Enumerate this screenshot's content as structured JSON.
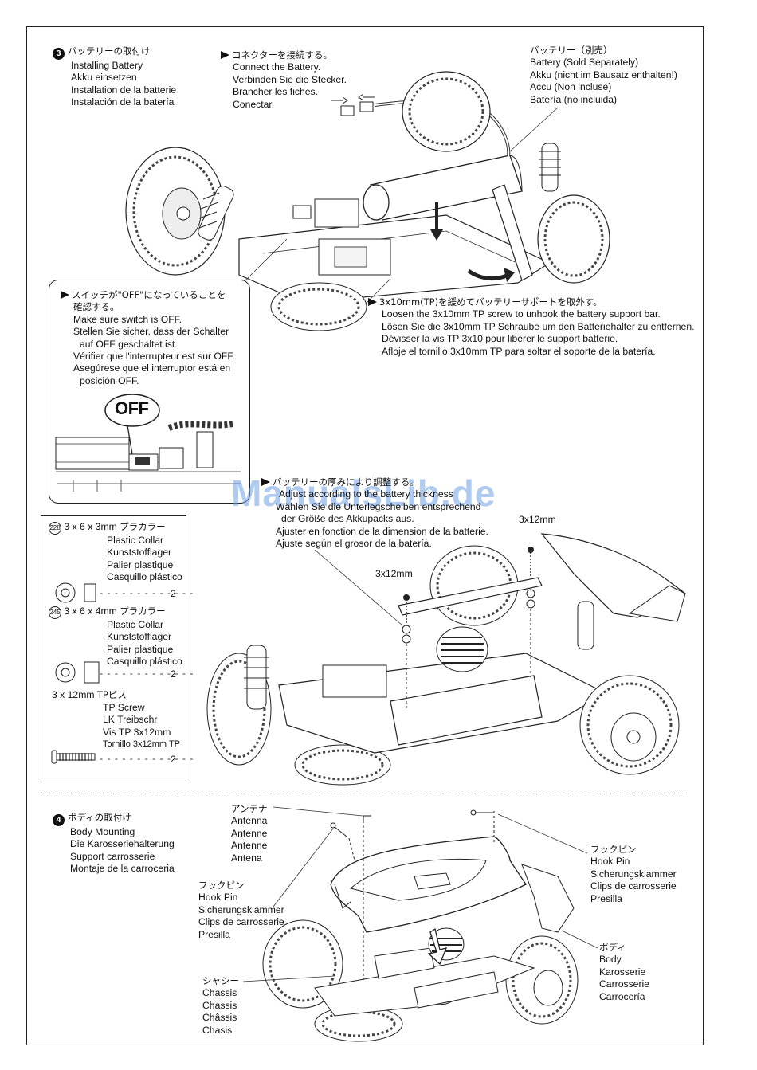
{
  "step3": {
    "number": "3",
    "title_jp": "バッテリーの取付け",
    "lines": [
      "Installing Battery",
      "Akku einsetzen",
      "Installation de la batterie",
      "Instalación de la batería"
    ]
  },
  "connector": {
    "jp": "コネクターを接続する。",
    "lines": [
      "Connect the Battery.",
      "Verbinden Sie die Stecker.",
      "Brancher les fiches.",
      "Conectar."
    ]
  },
  "battery": {
    "jp": "バッテリー（別売）",
    "lines": [
      "Battery (Sold Separately)",
      "Akku (nicht im Bausatz enthalten!)",
      "Accu (Non incluse)",
      "Batería (no incluida)"
    ]
  },
  "switch_note": {
    "jp1": "スイッチが\"OFF\"になっていることを",
    "jp2": "確認する。",
    "lines": [
      "Make sure switch is OFF.",
      "Stellen Sie sicher, dass der Schalter",
      "auf OFF geschaltet ist.",
      "Vérifier que l'interrupteur est sur OFF.",
      "Asegúrese que el interruptor está en",
      "posición OFF."
    ],
    "off_label": "OFF"
  },
  "loosen": {
    "jp": "3x10mm(TP)を緩めてバッテリーサポートを取外す。",
    "lines": [
      "Loosen the 3x10mm TP screw to unhook the battery support bar.",
      "Lösen Sie die 3x10mm TP Schraube um den Batteriehalter zu entfernen.",
      "Dévisser la vis TP 3x10 pour libérer le support batterie.",
      "Afloje el tornillo 3x10mm TP para soltar el soporte de la batería."
    ]
  },
  "adjust": {
    "jp": "バッテリーの厚みにより調整する。",
    "lines": [
      "Adjust according to the battery thickness",
      "Wählen Sie die Unterlegscheiben entsprechend",
      "der Größe des Akkupacks aus.",
      "Ajuster en fonction de la dimension de la batterie.",
      "Ajuste según el grosor de la batería."
    ]
  },
  "screw_labels": {
    "right": "3x12mm",
    "left": "3x12mm"
  },
  "parts": [
    {
      "id": "228",
      "size": "3 x 6 x 3mm",
      "jp": "プラカラー",
      "names": [
        "Plastic Collar",
        "Kunststofflager",
        "Palier plastique",
        "Casquillo plástico"
      ],
      "qty": "2"
    },
    {
      "id": "245",
      "size": "3 x 6 x 4mm",
      "jp": "プラカラー",
      "names": [
        "Plastic Collar",
        "Kunststofflager",
        "Palier plastique",
        "Casquillo plástico"
      ],
      "qty": "2"
    },
    {
      "id": "",
      "size": "3 x 12mm",
      "jp": "TPビス",
      "names": [
        "TP Screw",
        "LK Treibschr",
        "Vis TP 3x12mm",
        "Tornillo 3x12mm TP"
      ],
      "qty": "2"
    }
  ],
  "watermark": "ManualsLib.de",
  "step4": {
    "number": "4",
    "title_jp": "ボディの取付け",
    "lines": [
      "Body Mounting",
      "Die Karosseriehalterung",
      "Support carrosserie",
      "Montaje de la carroceria"
    ]
  },
  "antenna": {
    "jp": "アンテナ",
    "lines": [
      "Antenna",
      "Antenne",
      "Antenne",
      "Antena"
    ]
  },
  "hook_pin_left": {
    "jp": "フックピン",
    "lines": [
      "Hook Pin",
      "Sicherungsklammer",
      "Clips de carrosserie",
      "Presilla"
    ]
  },
  "hook_pin_right": {
    "jp": "フックピン",
    "lines": [
      "Hook Pin",
      "Sicherungsklammer",
      "Clips de carrosserie",
      "Presilla"
    ]
  },
  "body": {
    "jp": "ボディ",
    "lines": [
      "Body",
      "Karosserie",
      "Carrosserie",
      "Carrocería"
    ]
  },
  "chassis": {
    "jp": "シャシー",
    "lines": [
      "Chassis",
      "Chassis",
      "Châssis",
      "Chasis"
    ]
  }
}
